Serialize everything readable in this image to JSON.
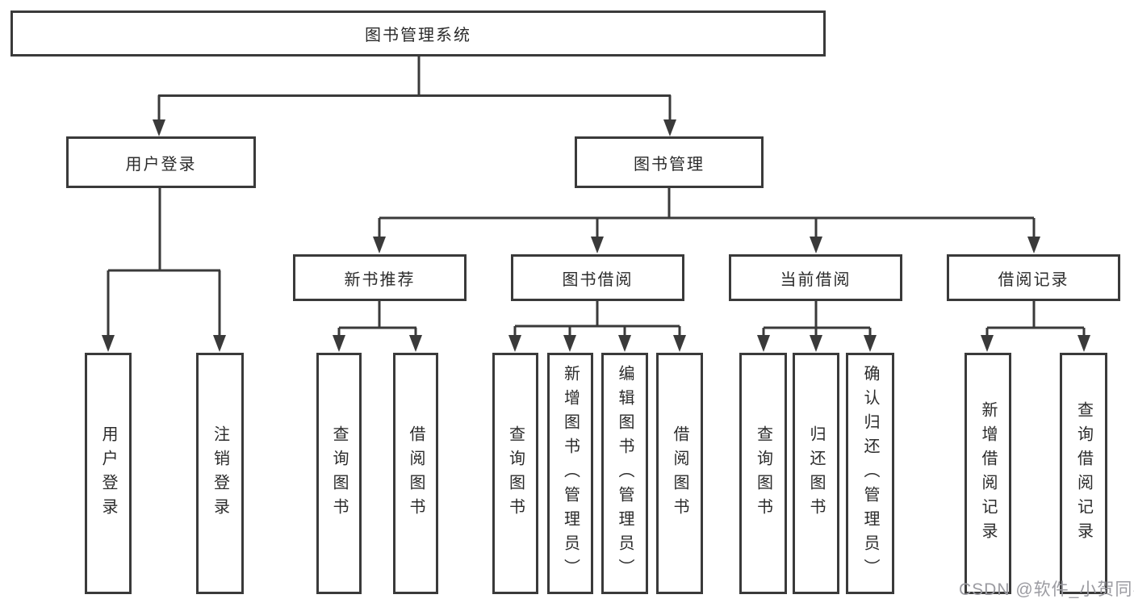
{
  "diagram": {
    "tree": {
      "label": "图书管理系统",
      "children": [
        {
          "label": "用户登录",
          "children": [
            {
              "label": "用户登录"
            },
            {
              "label": "注销登录"
            }
          ]
        },
        {
          "label": "图书管理",
          "children": [
            {
              "label": "新书推荐",
              "children": [
                {
                  "label": "查询图书"
                },
                {
                  "label": "借阅图书"
                }
              ]
            },
            {
              "label": "图书借阅",
              "children": [
                {
                  "label": "查询图书"
                },
                {
                  "label": "新增图书（管理员）"
                },
                {
                  "label": "编辑图书（管理员）"
                },
                {
                  "label": "借阅图书"
                }
              ]
            },
            {
              "label": "当前借阅",
              "children": [
                {
                  "label": "查询图书"
                },
                {
                  "label": "归还图书"
                },
                {
                  "label": "确认归还（管理员）"
                }
              ]
            },
            {
              "label": "借阅记录",
              "children": [
                {
                  "label": "新增借阅记录"
                },
                {
                  "label": "查询借阅记录"
                }
              ]
            }
          ]
        }
      ]
    },
    "watermark": "CSDN @软件_小贺同学",
    "colors": {
      "line": "#3a3a3a",
      "text": "#2b2b2b",
      "watermark": "#9b9ba1",
      "background": "#ffffff"
    }
  }
}
